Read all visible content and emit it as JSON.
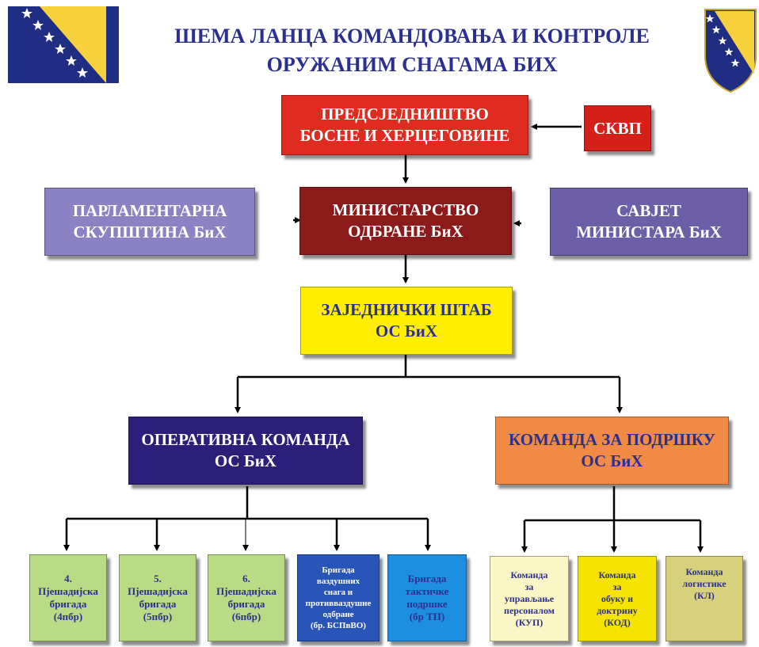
{
  "header": {
    "title_line1": "ШЕМА ЛАНЦА КОМАНДОВАЊА И КОНТРОЛЕ",
    "title_line2": "ОРУЖАНИМ СНАГАМА БИХ"
  },
  "colors": {
    "flag_blue": "#1f2d82",
    "flag_yellow": "#f6d13b",
    "title": "#2b2f8f",
    "presidency": "#e02b20",
    "skvp": "#d42018",
    "ministry": "#8b1a1a",
    "parliament": "#8b82c4",
    "council": "#6c5fa8",
    "joint_staff": "#ffee00",
    "operational": "#2b1f7a",
    "support": "#f08a45",
    "brigade_green": "#b8dc86",
    "brigade_blue": "#2a55b8",
    "brigade_cyan": "#1e8fe0",
    "kup_cream": "#fbf6c6",
    "kod_yellow": "#f5e400",
    "kl_olive": "#d8d07a"
  },
  "nodes": {
    "presidency": {
      "line1": "ПРЕДСЈЕДНИШТВО",
      "line2": "БОСНЕ И ХЕРЦЕГОВИНЕ"
    },
    "skvp": {
      "label": "СКВП"
    },
    "ministry": {
      "line1": "МИНИСТАРСТВО",
      "line2": "ОДБРАНЕ БиХ"
    },
    "parliament": {
      "line1": "ПАРЛАМЕНТАРНА",
      "line2": "СКУПШТИНА БиХ"
    },
    "council": {
      "line1": "САВЈЕТ",
      "line2": "МИНИСТАРА БиХ"
    },
    "joint_staff": {
      "line1": "ЗАЈЕДНИЧКИ ШТАБ",
      "line2": "ОС БиХ"
    },
    "operational": {
      "line1": "ОПЕРАТИВНА КОМАНДА",
      "line2": "ОС БиХ"
    },
    "support": {
      "line1": "КОМАНДА ЗА ПОДРШКУ",
      "line2": "ОС БиХ"
    },
    "brigades": [
      {
        "lines": [
          "4.",
          "Пјешадијска",
          "бригада",
          "(4пбр)"
        ]
      },
      {
        "lines": [
          "5.",
          "Пјешадијска",
          "бригада",
          "(5пбр)"
        ]
      },
      {
        "lines": [
          "6.",
          "Пјешадијска",
          "бригада",
          "(6пбр)"
        ]
      },
      {
        "lines": [
          "Бригада",
          "ваздушних",
          "снага и",
          "противваздушне",
          "одбране",
          "(бр. БСПвВО)"
        ]
      },
      {
        "lines": [
          "Бригада",
          "тактичке",
          "подршке",
          "(бр ТП)"
        ]
      }
    ],
    "support_commands": [
      {
        "lines": [
          "Команда",
          "за",
          "управљање",
          "персоналом",
          "(КУП)"
        ]
      },
      {
        "lines": [
          "Команда",
          "за",
          "обуку и",
          "доктрину",
          "(КОД)"
        ]
      },
      {
        "lines": [
          "Команда",
          "логистике",
          "(КЛ)"
        ]
      }
    ]
  }
}
